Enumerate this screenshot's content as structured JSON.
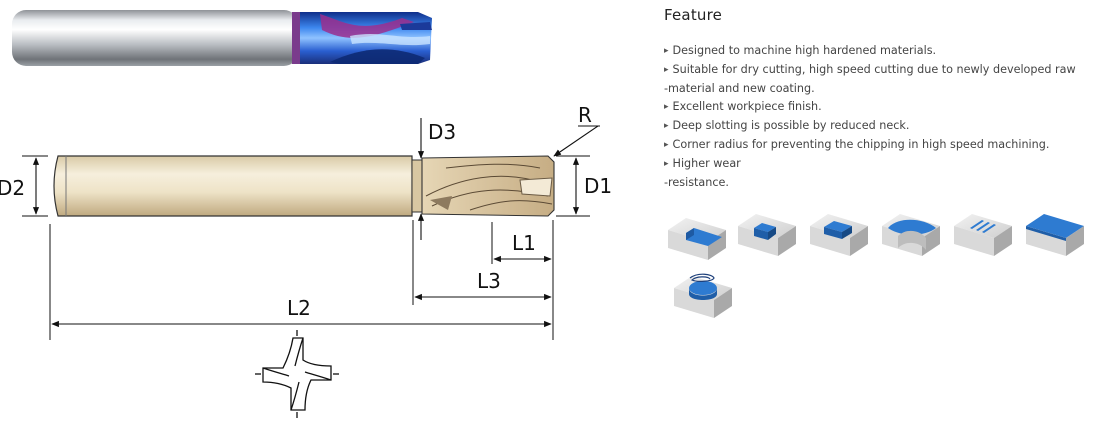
{
  "diagram": {
    "labels": {
      "D1": "D1",
      "D2": "D2",
      "D3": "D3",
      "R": "R",
      "L1": "L1",
      "L2": "L2",
      "L3": "L3"
    }
  },
  "feature": {
    "title": "Feature",
    "items": [
      "Designed to machine high hardened materials.",
      "Suitable for dry cutting, high speed cutting due to newly developed raw",
      "-material and new coating.",
      "Excellent workpiece finish.",
      "Deep slotting is possible by reduced neck.",
      "Corner radius for preventing the chipping in high speed machining.",
      "Higher wear",
      "-resistance."
    ],
    "bullet_flags": [
      true,
      true,
      false,
      true,
      true,
      true,
      true,
      false
    ],
    "bullet_glyph": "▸"
  },
  "operations": [
    {
      "icon": "side-milling-icon"
    },
    {
      "icon": "slotting-icon"
    },
    {
      "icon": "pocketing-icon"
    },
    {
      "icon": "profiling-icon"
    },
    {
      "icon": "grooving-icon"
    },
    {
      "icon": "face-milling-icon"
    },
    {
      "icon": "helical-milling-icon"
    }
  ],
  "colors": {
    "coating_blue": "#2f6bd6",
    "op_blue": "#2e7bd1",
    "shank_light": "#efe6cf",
    "shank_dark": "#c7b58d"
  }
}
